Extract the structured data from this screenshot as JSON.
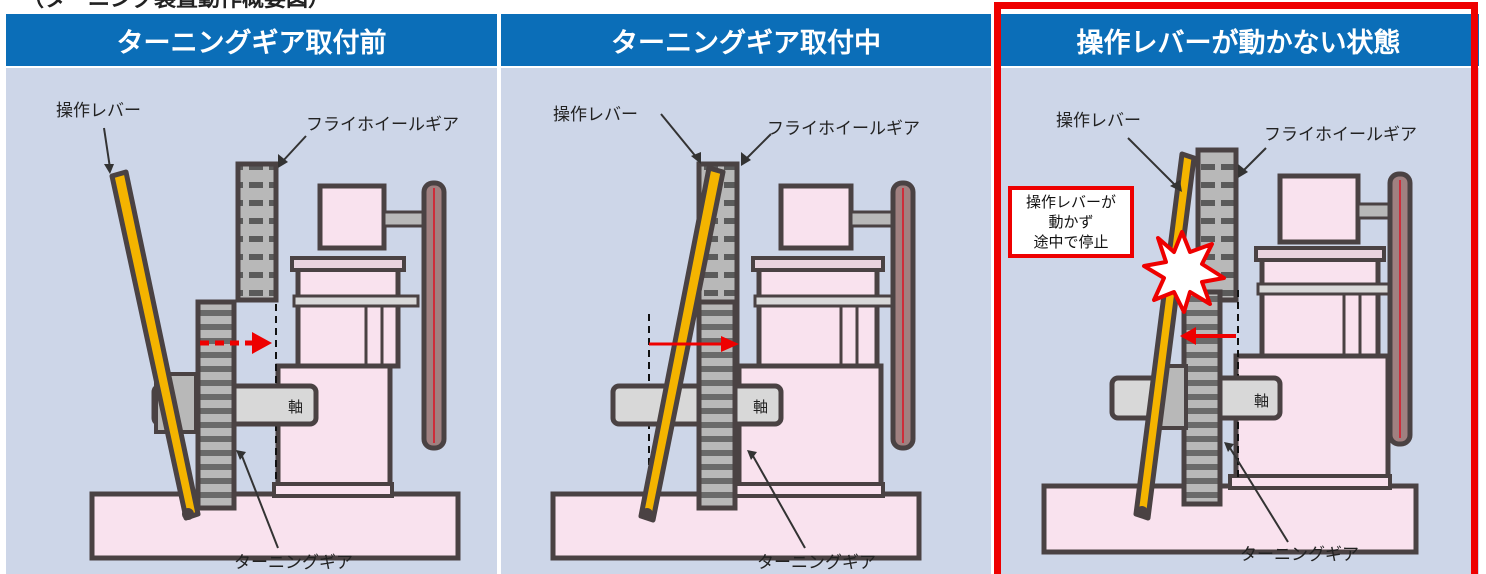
{
  "top_caption": "（ターニング装置動作概要図）",
  "headers": [
    "ターニングギア取付前",
    "ターニングギア取付中",
    "操作レバーが動かない状態"
  ],
  "labels": {
    "lever": "操作レバー",
    "flywheel_gear": "フライホイールギア",
    "shaft": "軸",
    "turning_gear": "ターニングギア"
  },
  "warning": {
    "line1": "操作レバーが",
    "line2": "動かず",
    "line3": "途中で停止"
  },
  "colors": {
    "header_bg": "#0b6eb8",
    "panel_bg": "#cdd6e8",
    "alert": "#ee0000",
    "lever": "#f4b400",
    "machine_body": "#f9e2ee",
    "gear": "#b8b8b8",
    "outline": "#4a4243"
  }
}
